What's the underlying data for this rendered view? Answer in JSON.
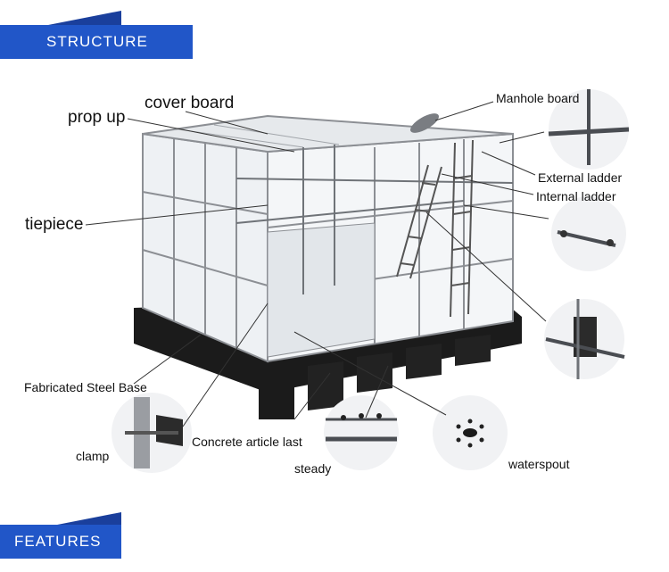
{
  "headers": {
    "structure": "STRUCTURE",
    "features": "FEATURES"
  },
  "colors": {
    "banner_blue": "#2156c8",
    "ribbon_blue": "#1a3f9c",
    "panel_fill": "#f2f4f6",
    "frame_grey": "#8c8f94",
    "base_black": "#1b1b1b"
  },
  "labels": {
    "cover_board": "cover board",
    "prop_up": "prop up",
    "tiepiece": "tiepiece",
    "manhole_board": "Manhole board",
    "external_ladder": "External ladder",
    "internal_ladder": "Internal ladder",
    "fabricated_steel_base": "Fabricated Steel Base",
    "clamp": "clamp",
    "concrete_article_last": "Concrete article last",
    "steady": "steady",
    "waterspout": "waterspout"
  }
}
